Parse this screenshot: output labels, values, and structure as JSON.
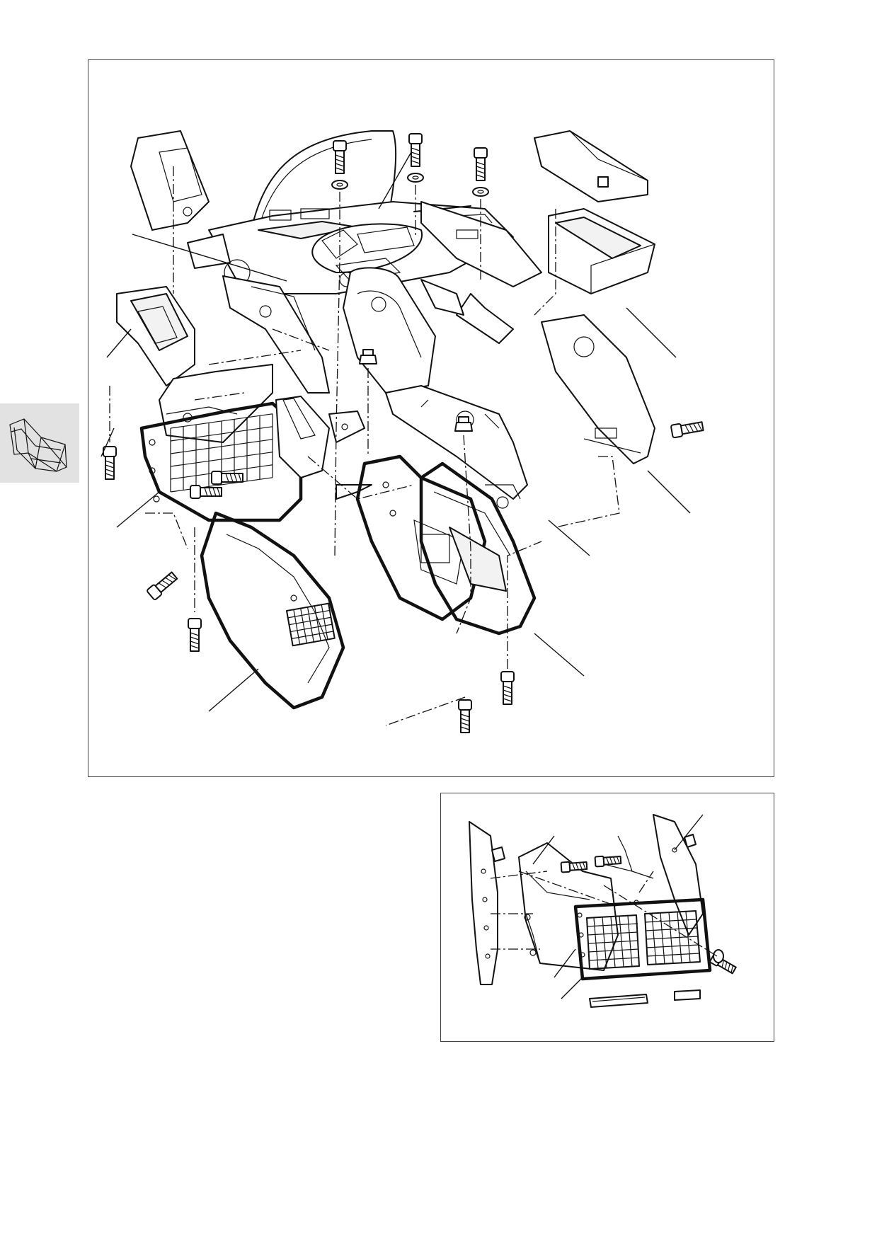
{
  "page": {
    "side_tab": {
      "icon": "frame-icon"
    },
    "panels": [
      {
        "id": "main",
        "content": "exploded-fairing-assembly"
      },
      {
        "id": "detail",
        "content": "radiator-grille-assembly"
      }
    ],
    "icons": [
      "bolt-icon",
      "washer-icon",
      "nut-icon",
      "frame-icon"
    ]
  }
}
